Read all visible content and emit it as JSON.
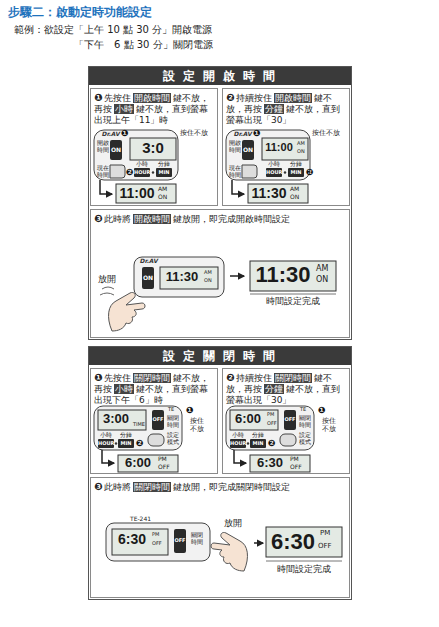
{
  "diagram": {
    "title": "步驟二：啟動定時功能設定",
    "nodes": [
      {
        "text": [
          "設 定 開 啟 時 間"
        ]
      },
      {
        "text": [
          "❶",
          "先按住",
          "開啟時間",
          "鍵不放，再按",
          "小時",
          "鍵不放，直到螢幕出現上午「11」時"
        ],
        "in": 0
      },
      {
        "text": [
          "❷",
          "持續按住",
          "開啟時間",
          "鍵不放，再按",
          "分鐘",
          "鍵不放，直到螢幕出現「30」"
        ],
        "in": 0
      },
      {
        "text": [
          "❸",
          "此時將",
          "開啟時間",
          "鍵放開，即完成開啟時間設定"
        ],
        "in": 0
      },
      {
        "text": [
          "設 定 關 閉 時 間"
        ]
      },
      {
        "text": [
          "❶",
          "先按住",
          "關閉時間",
          "鍵不放，再按",
          "小時",
          "鍵不放，直到螢幕出現下午「6」時"
        ],
        "in": 4
      },
      {
        "text": [
          "❷",
          "持續按住",
          "關閉時間",
          "鍵不放，再按",
          "分鐘",
          "鍵不放，直到螢幕出現「30」"
        ],
        "in": 4
      },
      {
        "text": [
          "❸",
          "此時將",
          "關閉時間",
          "鍵放開，即完成關閉時間設定"
        ],
        "in": 4
      }
    ],
    "labels": [
      "範例：欲設定「上午 10 點 30 分」開啟電源",
      "「下午　6 點 30 分」關閉電源",
      "Dr.AV",
      "開啟時間",
      "ON",
      "3:0",
      "❶",
      "按住不放",
      "現在時間",
      "小時",
      "分鐘",
      "HOUR",
      "MIN",
      "❷",
      "11:00",
      "AM",
      "ON",
      "Dr.AV",
      "開啟時間",
      "ON",
      "11:00",
      "AM",
      "ON",
      "❶",
      "按住不放",
      "現在時間",
      "小時",
      "分鐘",
      "HOUR",
      "MIN",
      "❷",
      "11:30",
      "AM",
      "ON",
      "放開",
      "Dr.AV",
      "ON",
      "11:30",
      "AM",
      "ON",
      "11:30",
      "AM",
      "ON",
      "時間設定完成",
      "TE",
      "3:00",
      "TIME",
      "OFF",
      "關閉時間",
      "❶",
      "按住不放",
      "小時",
      "分鐘",
      "HOUR",
      "MIN",
      "❷",
      "設定模式",
      "6:00",
      "PM",
      "OFF",
      "TE",
      "6:00",
      "PM",
      "OFF",
      "OFF",
      "關閉時間",
      "❶",
      "按住不放",
      "小時",
      "分鐘",
      "HOUR",
      "MIN",
      "❷",
      "設定模式",
      "6:30",
      "PM",
      "OFF",
      "TE-241",
      "6:30",
      "PM",
      "OFF",
      "OFF",
      "關閉時間",
      "放開",
      "6:30",
      "PM",
      "OFF",
      "時間設定完成"
    ]
  }
}
